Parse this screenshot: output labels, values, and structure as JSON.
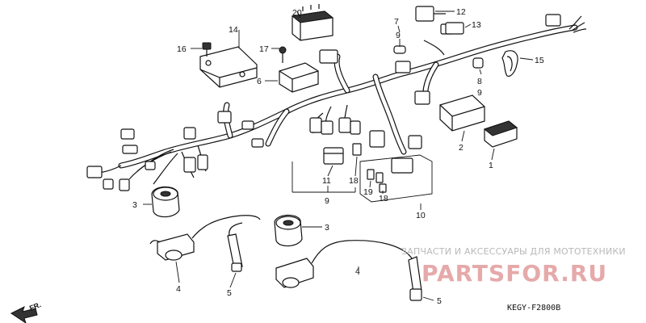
{
  "diagram": {
    "callouts": [
      {
        "id": "c1",
        "label": "1"
      },
      {
        "id": "c2",
        "label": "2"
      },
      {
        "id": "c3a",
        "label": "3"
      },
      {
        "id": "c3b",
        "label": "3"
      },
      {
        "id": "c4a",
        "label": "4"
      },
      {
        "id": "c4b",
        "label": "4"
      },
      {
        "id": "c5a",
        "label": "5"
      },
      {
        "id": "c5b",
        "label": "5"
      },
      {
        "id": "c6",
        "label": "6"
      },
      {
        "id": "c7",
        "label": "7"
      },
      {
        "id": "c8",
        "label": "8"
      },
      {
        "id": "c9a",
        "label": "9"
      },
      {
        "id": "c9b",
        "label": "9"
      },
      {
        "id": "c9c",
        "label": "9"
      },
      {
        "id": "c10",
        "label": "10"
      },
      {
        "id": "c11",
        "label": "11"
      },
      {
        "id": "c12",
        "label": "12"
      },
      {
        "id": "c13",
        "label": "13"
      },
      {
        "id": "c14",
        "label": "14"
      },
      {
        "id": "c15",
        "label": "15"
      },
      {
        "id": "c16",
        "label": "16"
      },
      {
        "id": "c17",
        "label": "17"
      },
      {
        "id": "c18a",
        "label": "18"
      },
      {
        "id": "c18b",
        "label": "18"
      },
      {
        "id": "c19",
        "label": "19"
      },
      {
        "id": "c20",
        "label": "20"
      }
    ],
    "direction_label": "FR.",
    "diagram_code": "KEGY-F2800B"
  },
  "watermark": {
    "caption": "ЗАПЧАСТИ И АКСЕССУАРЫ ДЛЯ МОТОТЕХНИКИ",
    "logo_text": "PARTSFOR.RU",
    "logo_color": "#e6a9a9"
  }
}
